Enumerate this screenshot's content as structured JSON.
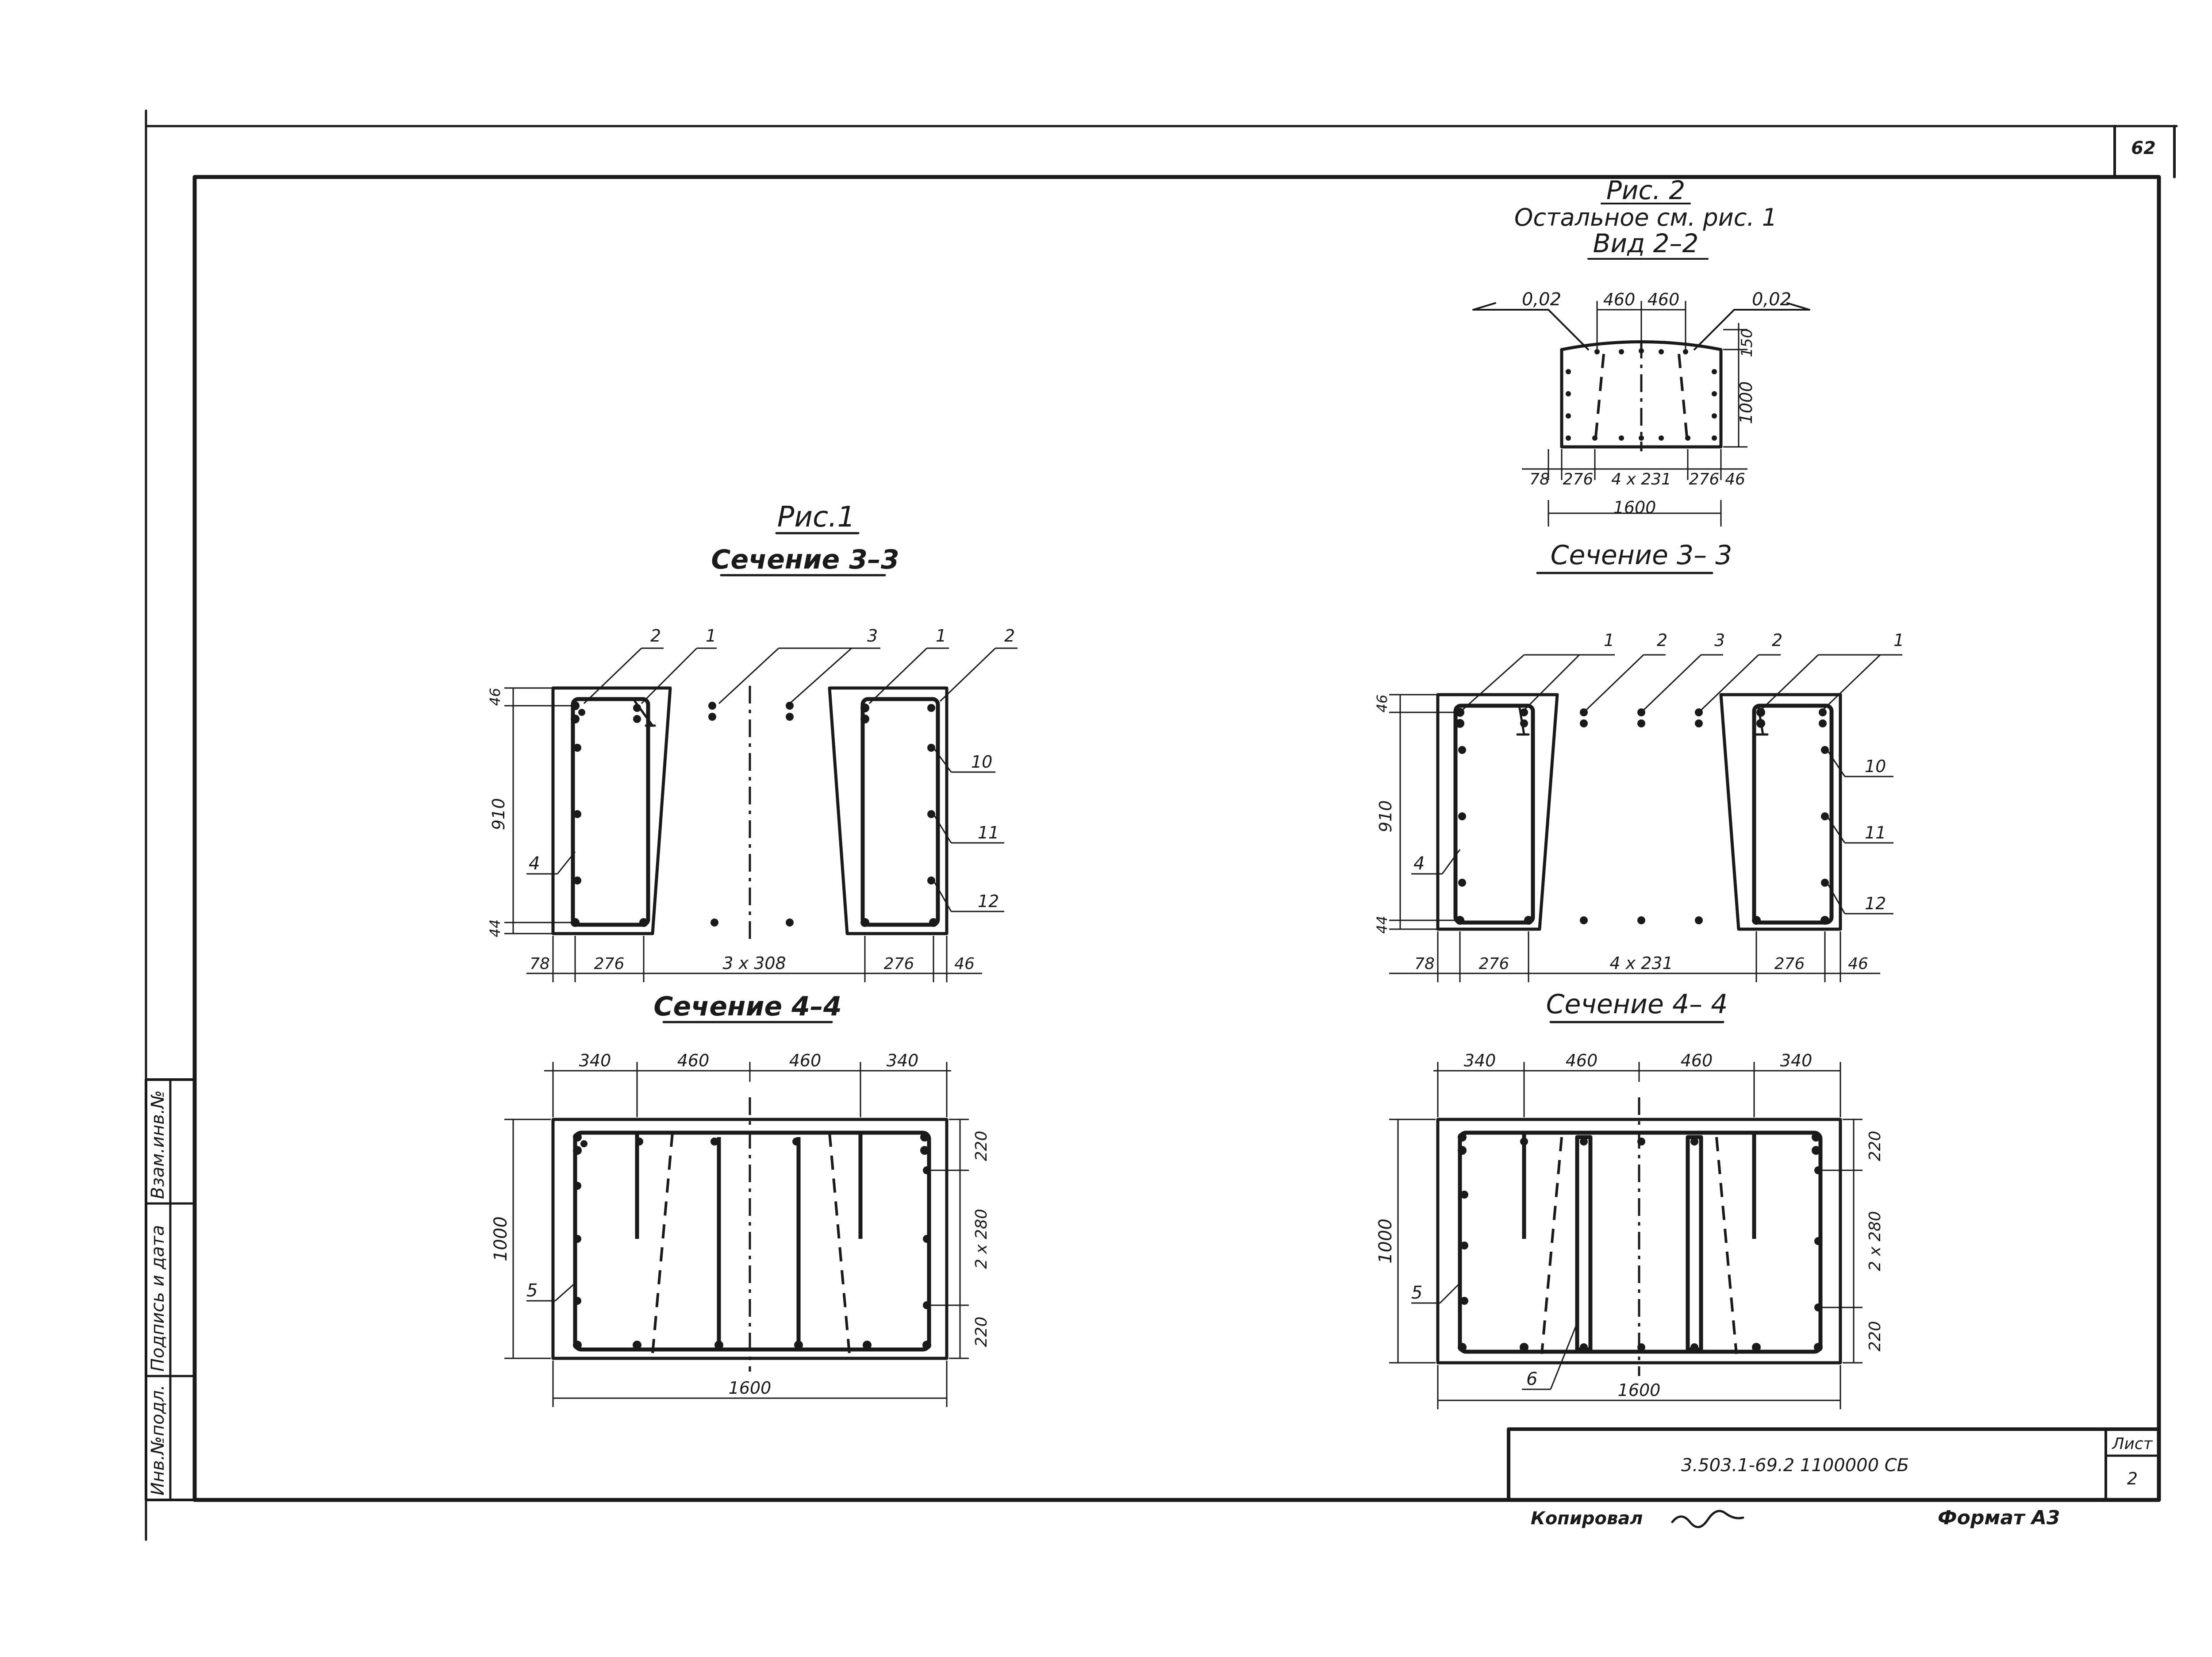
{
  "sheet": {
    "number": "62",
    "code": "3.503.1-69.2 1100000 СБ",
    "list_label": "Лист",
    "list_number": "2",
    "copied": "Копировал",
    "format": "Формат А3"
  },
  "side_stamp": {
    "cells": [
      "Инв.№подл.",
      "Подпись и дата",
      "Взам.инв.№"
    ]
  },
  "fig2": {
    "title": "Рис. 2",
    "note": "Остальное см. рис. 1",
    "view": "Вид 2–2",
    "slope_left": "0,02",
    "slope_right": "0,02",
    "top_dims": [
      "460",
      "460"
    ],
    "height_dims": [
      "150",
      "1000"
    ],
    "bottom_dims": [
      "78",
      "276",
      "4 x 231",
      "276",
      "46"
    ],
    "total": "1600"
  },
  "fig1": {
    "title": "Рис.1",
    "sec33": {
      "title": "Сечение 3–3",
      "callouts": [
        "2",
        "1",
        "3",
        "1",
        "2"
      ],
      "right_callouts": [
        "10",
        "11",
        "12"
      ],
      "left_callout": "4",
      "v_dims": [
        "46",
        "910",
        "44"
      ],
      "bottom_dims": [
        "78",
        "276",
        "3 x 308",
        "276",
        "46"
      ]
    },
    "sec44": {
      "title": "Сечение 4–4",
      "top_dims": [
        "340",
        "460",
        "460",
        "340"
      ],
      "left_dim": "1000",
      "right_dims": [
        "220",
        "2 x 280",
        "220"
      ],
      "callout": "5",
      "total": "1600"
    }
  },
  "fig2_sections": {
    "sec33": {
      "title": "Сечение 3– 3",
      "callouts": [
        "1",
        "2",
        "3",
        "2",
        "1"
      ],
      "right_callouts": [
        "10",
        "11",
        "12"
      ],
      "left_callout": "4",
      "v_dims": [
        "46",
        "910",
        "44"
      ],
      "bottom_dims": [
        "78",
        "276",
        "4 x 231",
        "276",
        "46"
      ]
    },
    "sec44": {
      "title": "Сечение 4– 4",
      "top_dims": [
        "340",
        "460",
        "460",
        "340"
      ],
      "left_dim": "1000",
      "right_dims": [
        "220",
        "2 x 280",
        "220"
      ],
      "callouts": [
        "5",
        "6"
      ],
      "total": "1600"
    }
  }
}
